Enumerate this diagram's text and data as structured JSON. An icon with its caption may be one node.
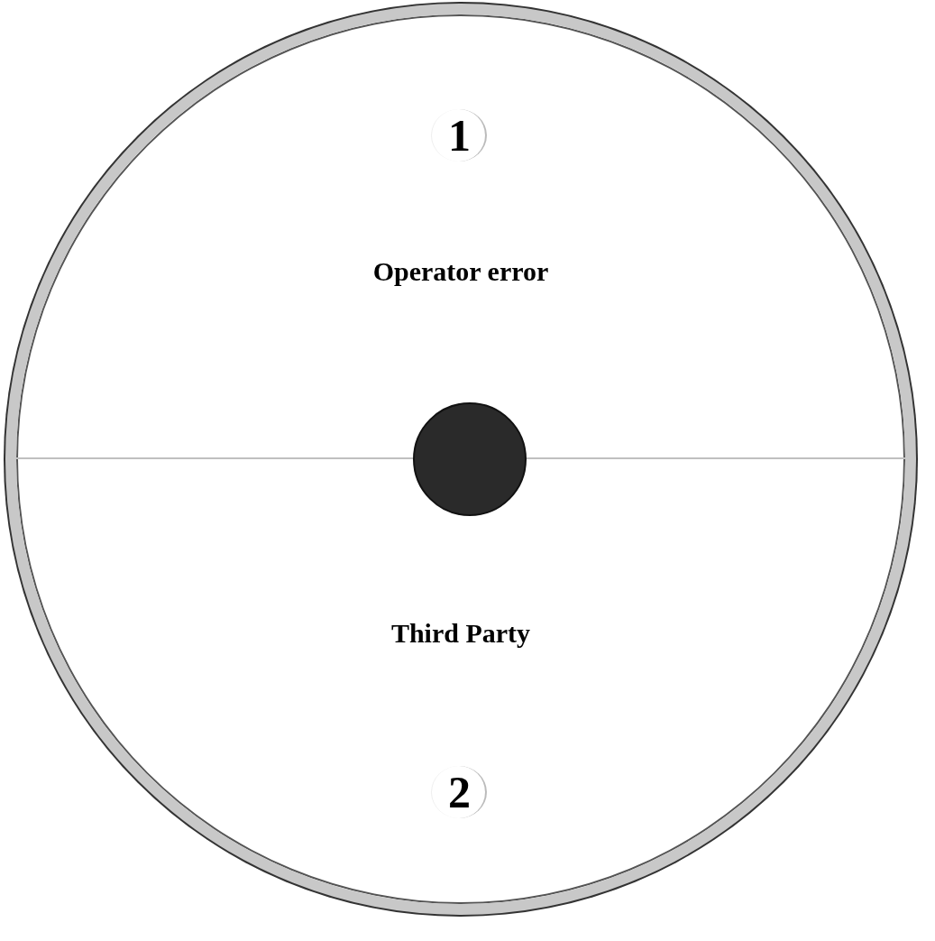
{
  "diagram": {
    "nodes": [
      {
        "text": [],
        "shape": "circle"
      },
      {
        "text": [
          "1",
          "Operator error"
        ],
        "in": 0
      },
      {
        "text": [
          "Third Party",
          "2"
        ],
        "in": 0
      }
    ]
  }
}
